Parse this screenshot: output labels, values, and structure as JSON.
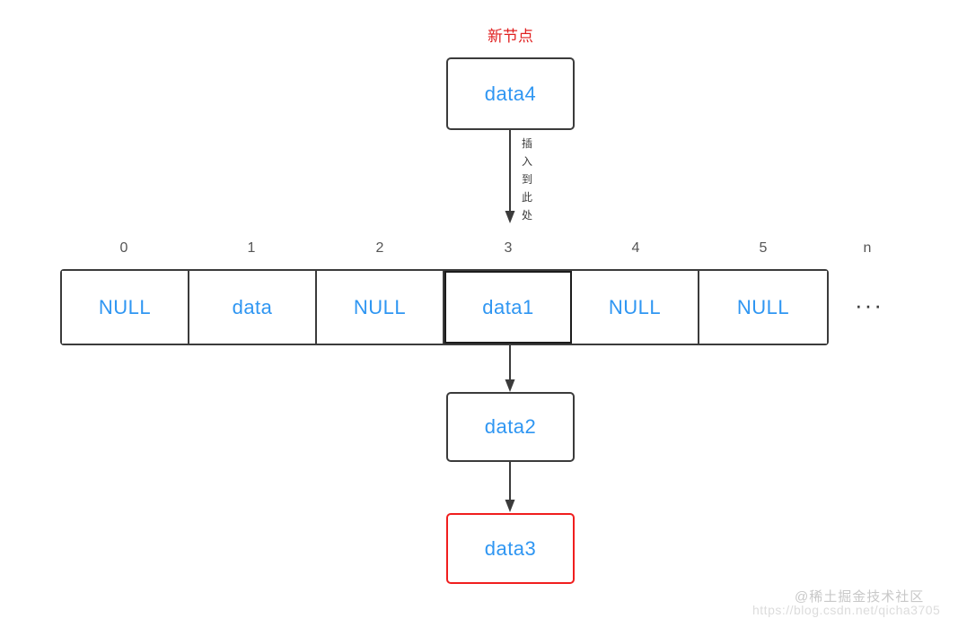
{
  "diagram": {
    "title": "新节点",
    "title_color": "#e02020",
    "new_node": {
      "label": "data4"
    },
    "insert_annotation": {
      "text": "插入到此处",
      "chars": [
        "插",
        "入",
        "到",
        "此",
        "处"
      ]
    },
    "array": {
      "index_labels": [
        "0",
        "1",
        "2",
        "3",
        "4",
        "5",
        "n"
      ],
      "cells": [
        {
          "index": "0",
          "value": "NULL",
          "highlighted": false
        },
        {
          "index": "1",
          "value": "data",
          "highlighted": false
        },
        {
          "index": "2",
          "value": "NULL",
          "highlighted": false
        },
        {
          "index": "3",
          "value": "data1",
          "highlighted": true
        },
        {
          "index": "4",
          "value": "NULL",
          "highlighted": false
        },
        {
          "index": "5",
          "value": "NULL",
          "highlighted": false
        }
      ],
      "overflow_marker": "···"
    },
    "chain": [
      {
        "label": "data2",
        "border_color": "#3b3b3b"
      },
      {
        "label": "data3",
        "border_color": "#f01e1e"
      }
    ],
    "colors": {
      "node_text": "#2f96f2",
      "border": "#3b3b3b",
      "highlight_border": "#1c1c1c",
      "red": "#f01e1e",
      "index_text": "#555555"
    }
  },
  "watermark": {
    "brand": "@稀土掘金技术社区",
    "url": "https://blog.csdn.net/qicha3705"
  }
}
